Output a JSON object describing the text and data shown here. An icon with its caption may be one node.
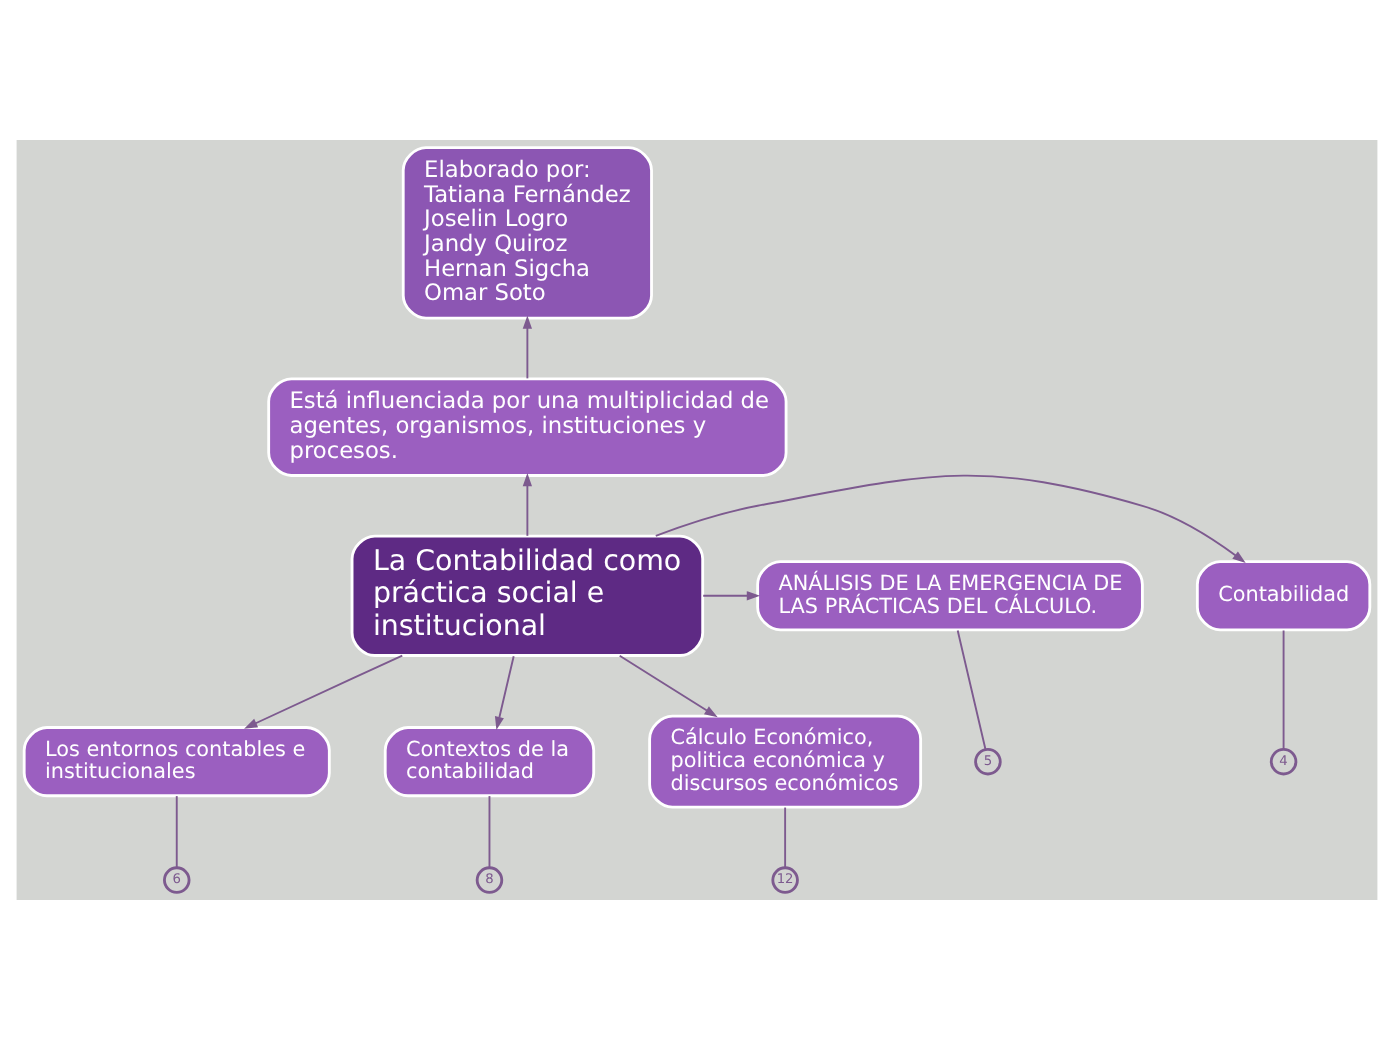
{
  "diagram": {
    "nodes": [
      {
        "text": [
          "Elaborado por: Tatiana Fernández Joselin Logro Jandy Quiroz Hernan Sigcha Omar Soto"
        ]
      },
      {
        "text": [
          "Está influenciada por una multiplicidad de agentes, organismos, instituciones y procesos."
        ]
      },
      {
        "text": [
          "Contabilidad"
        ]
      },
      {
        "text": [
          "La Contabilidad como práctica social e institucional"
        ]
      },
      {
        "text": [
          "ANÁLISIS DE LA EMERGENCIA DE LAS PRÁCTICAS DEL CÁLCULO."
        ]
      },
      {
        "text": [
          "4"
        ]
      },
      {
        "text": [
          "5"
        ]
      },
      {
        "text": [
          "Contextos de la contabilidad"
        ]
      },
      {
        "text": [
          "Cálculo Económico, politica económica y discursos económicos"
        ]
      },
      {
        "text": [
          "8"
        ]
      },
      {
        "text": [
          "Los entornos contables e institucionales"
        ]
      },
      {
        "text": [
          "12"
        ]
      },
      {
        "text": [
          "6"
        ]
      }
    ],
    "edges": [
      {
        "from": 3,
        "to": 1,
        "arrow": "to"
      },
      {
        "from": 1,
        "to": 0,
        "arrow": "to"
      },
      {
        "from": 3,
        "to": 2,
        "arrow": "to"
      },
      {
        "from": 3,
        "to": 4,
        "arrow": "to"
      },
      {
        "from": 3,
        "to": 7,
        "arrow": "to"
      },
      {
        "from": 3,
        "to": 10,
        "arrow": "to"
      },
      {
        "from": 3,
        "to": 8,
        "arrow": "to"
      },
      {
        "from": 2,
        "to": 5,
        "arrow": "none"
      },
      {
        "from": 4,
        "to": 6,
        "arrow": "none"
      },
      {
        "from": 7,
        "to": 9,
        "arrow": "none"
      },
      {
        "from": 8,
        "to": 11,
        "arrow": "none"
      },
      {
        "from": 10,
        "to": 12,
        "arrow": "none"
      }
    ]
  }
}
